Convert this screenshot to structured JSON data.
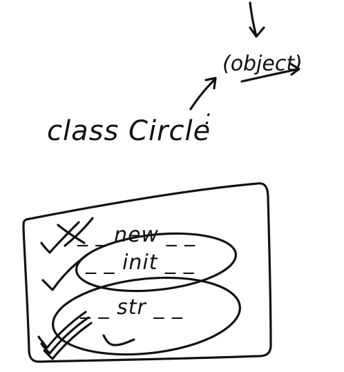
{
  "diagram": {
    "class_label": "class Circle",
    "colon": ":",
    "base_label": "(object)",
    "methods": [
      {
        "label": "_ _ new _ _",
        "status": "crossed-out"
      },
      {
        "label": "_ _ init _ _",
        "status": "checked"
      },
      {
        "label": "_ _ str _ _",
        "status": "checked"
      }
    ]
  },
  "ink_color": "#111111",
  "background_color": "#ffffff"
}
